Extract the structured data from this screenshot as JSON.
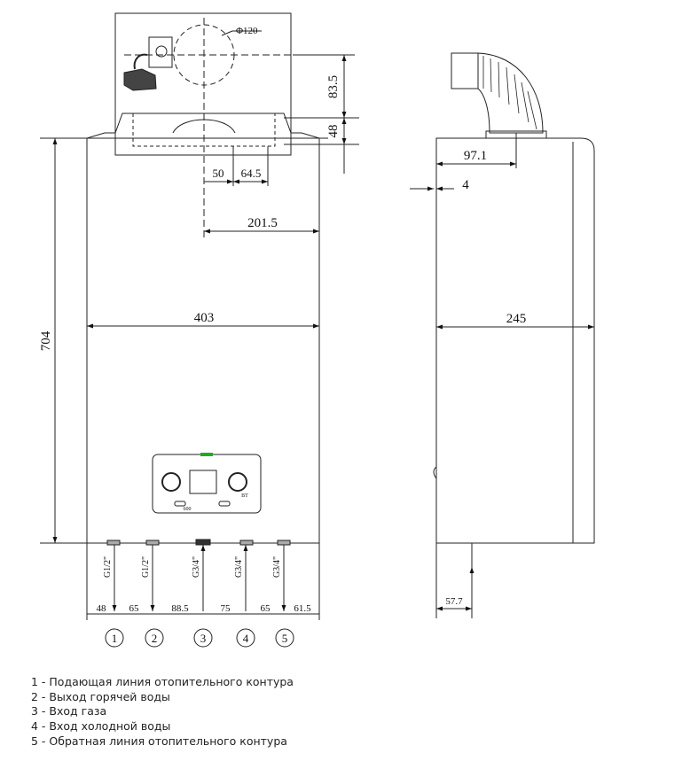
{
  "front_view": {
    "chimney_diameter": "Φ120",
    "dim_chimney_height": "83.5",
    "dim_bracket_height": "48",
    "dim_offset_a": "50",
    "dim_offset_b": "64.5",
    "dim_center": "201.5",
    "dim_width": "403",
    "dim_height": "704",
    "connections": [
      {
        "number": "1",
        "thread": "G1/2\""
      },
      {
        "number": "2",
        "thread": "G1/2\""
      },
      {
        "number": "3",
        "thread": "G3/4\""
      },
      {
        "number": "4",
        "thread": "G3/4\""
      },
      {
        "number": "5",
        "thread": "G3/4\""
      }
    ],
    "bottom_spacings": [
      "48",
      "65",
      "88.5",
      "75",
      "65",
      "61.5"
    ],
    "panel_labels": {
      "left": "600",
      "right": "BT"
    }
  },
  "side_view": {
    "dim_flue_offset": "97.1",
    "dim_back_gap": "4",
    "dim_depth": "245",
    "dim_pipe_offset": "57.7"
  },
  "legend": [
    "1 - Подающая линия отопительного контура",
    "2 - Выход горячей воды",
    "3 - Вход газа",
    "4 - Вход холодной воды",
    "5 - Обратная линия отопительного контура"
  ]
}
